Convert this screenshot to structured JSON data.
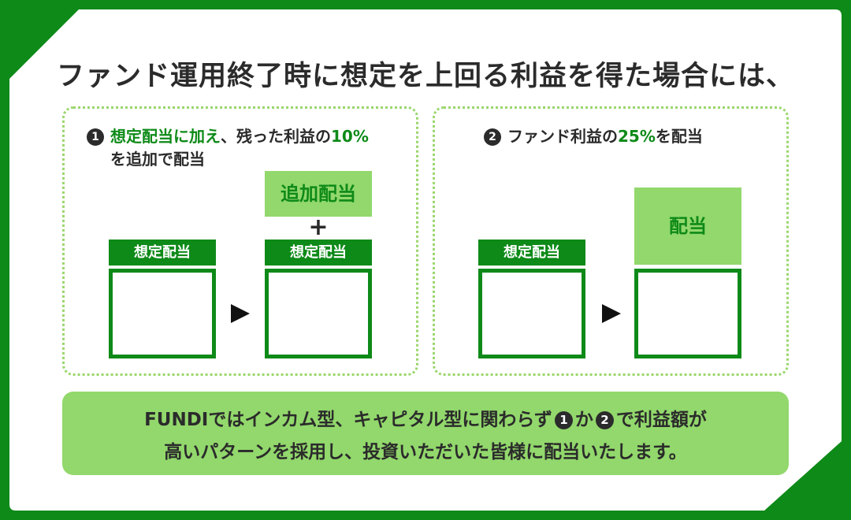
{
  "colors": {
    "frame_green": "#0e8a18",
    "light_green": "#92d86c",
    "dot_border": "#9ad66a",
    "text": "#2b2b2b"
  },
  "title": "ファンド運用終了時に想定を上回る利益を得た場合には、",
  "panel1": {
    "number": "1",
    "heading_line1": {
      "emphasis": "想定配当に加え",
      "rest1": "、残った利益の",
      "emphasis2": "10%"
    },
    "heading_line2": "を追加で配当",
    "before_label": "想定配当",
    "after_label": "想定配当",
    "added_label": "追加配当",
    "plus_sign": "+"
  },
  "panel2": {
    "number": "2",
    "heading": {
      "rest1": "ファンド利益の",
      "emphasis": "25%",
      "rest2": "を配当"
    },
    "before_label": "想定配当",
    "added_label": "配当"
  },
  "note": {
    "line1_part1": "FUNDIではインカム型、キャピタル型に関わらず",
    "circle1": "1",
    "line1_part2": "か",
    "circle2": "2",
    "line1_part3": "で利益額が",
    "line2": "高いパターンを採用し、投資いただいた皆様に配当いたします。"
  }
}
